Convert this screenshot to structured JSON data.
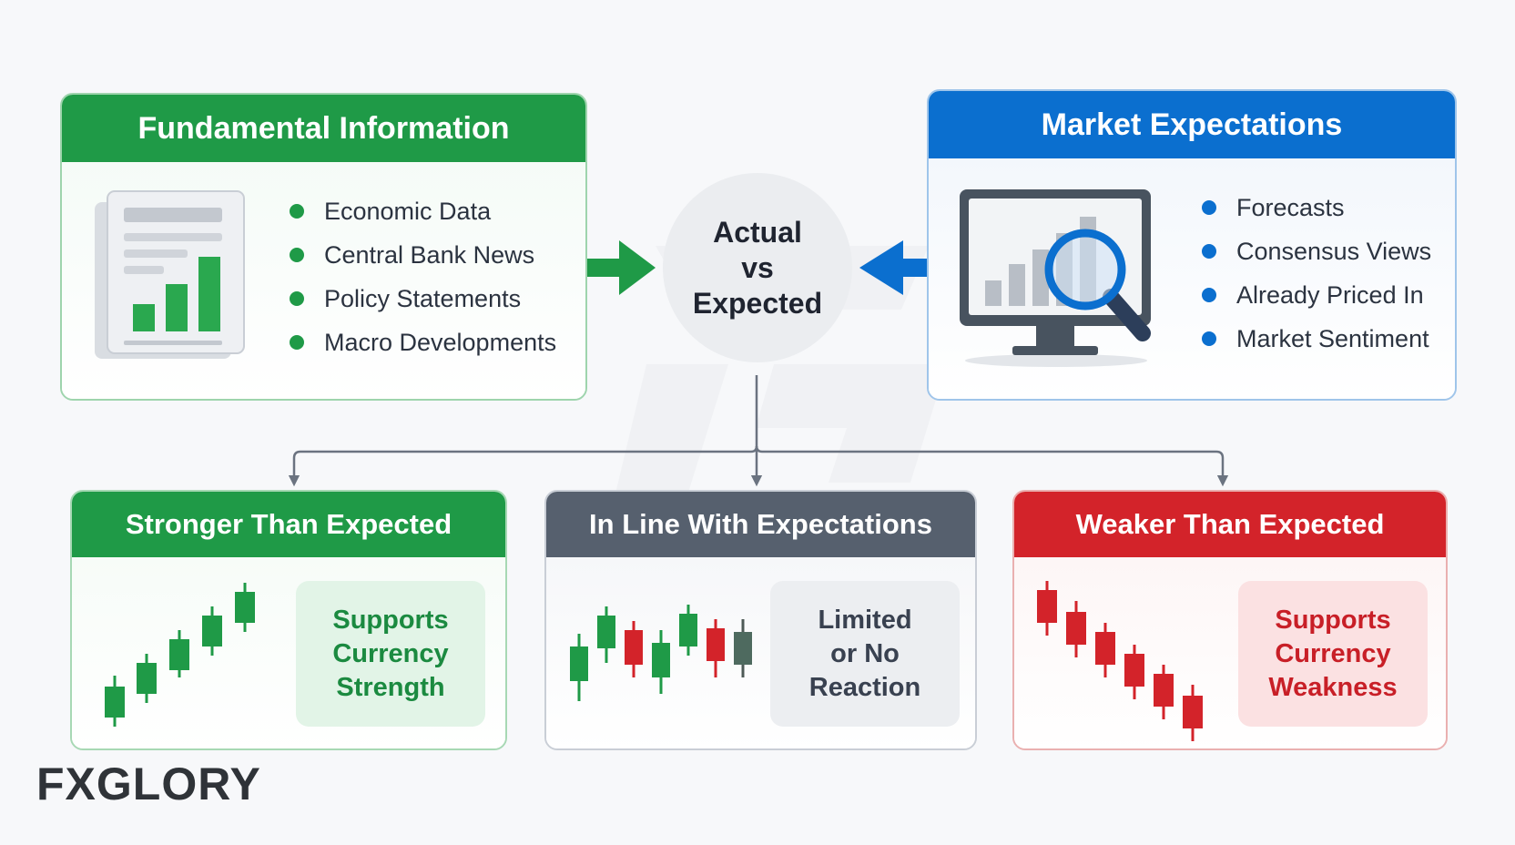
{
  "center": {
    "line1": "Actual",
    "line2": "vs",
    "line3": "Expected"
  },
  "fundamental": {
    "title": "Fundamental Information",
    "items": [
      "Economic Data",
      "Central Bank News",
      "Policy Statements",
      "Macro Developments"
    ]
  },
  "expectations": {
    "title": "Market Expectations",
    "items": [
      "Forecasts",
      "Consensus Views",
      "Already Priced In",
      "Market Sentiment"
    ]
  },
  "outcomes": {
    "stronger": {
      "title": "Stronger Than Expected",
      "result": [
        "Supports",
        "Currency",
        "Strength"
      ]
    },
    "inline": {
      "title": "In Line With Expectations",
      "result": [
        "Limited",
        "or No",
        "Reaction"
      ]
    },
    "weaker": {
      "title": "Weaker Than Expected",
      "result": [
        "Supports",
        "Currency",
        "Weakness"
      ]
    }
  },
  "logo": {
    "part1": "FX",
    "part2": "GLORY"
  },
  "colors": {
    "green": "#1f9a47",
    "blue": "#0b6fcf",
    "gray": "#56606e",
    "red": "#d3232a",
    "logo_accent": "#e8762d"
  },
  "icons": [
    "document-chart-icon",
    "monitor-magnifier-icon",
    "candlestick-up-icon",
    "candlestick-flat-icon",
    "candlestick-down-icon"
  ]
}
